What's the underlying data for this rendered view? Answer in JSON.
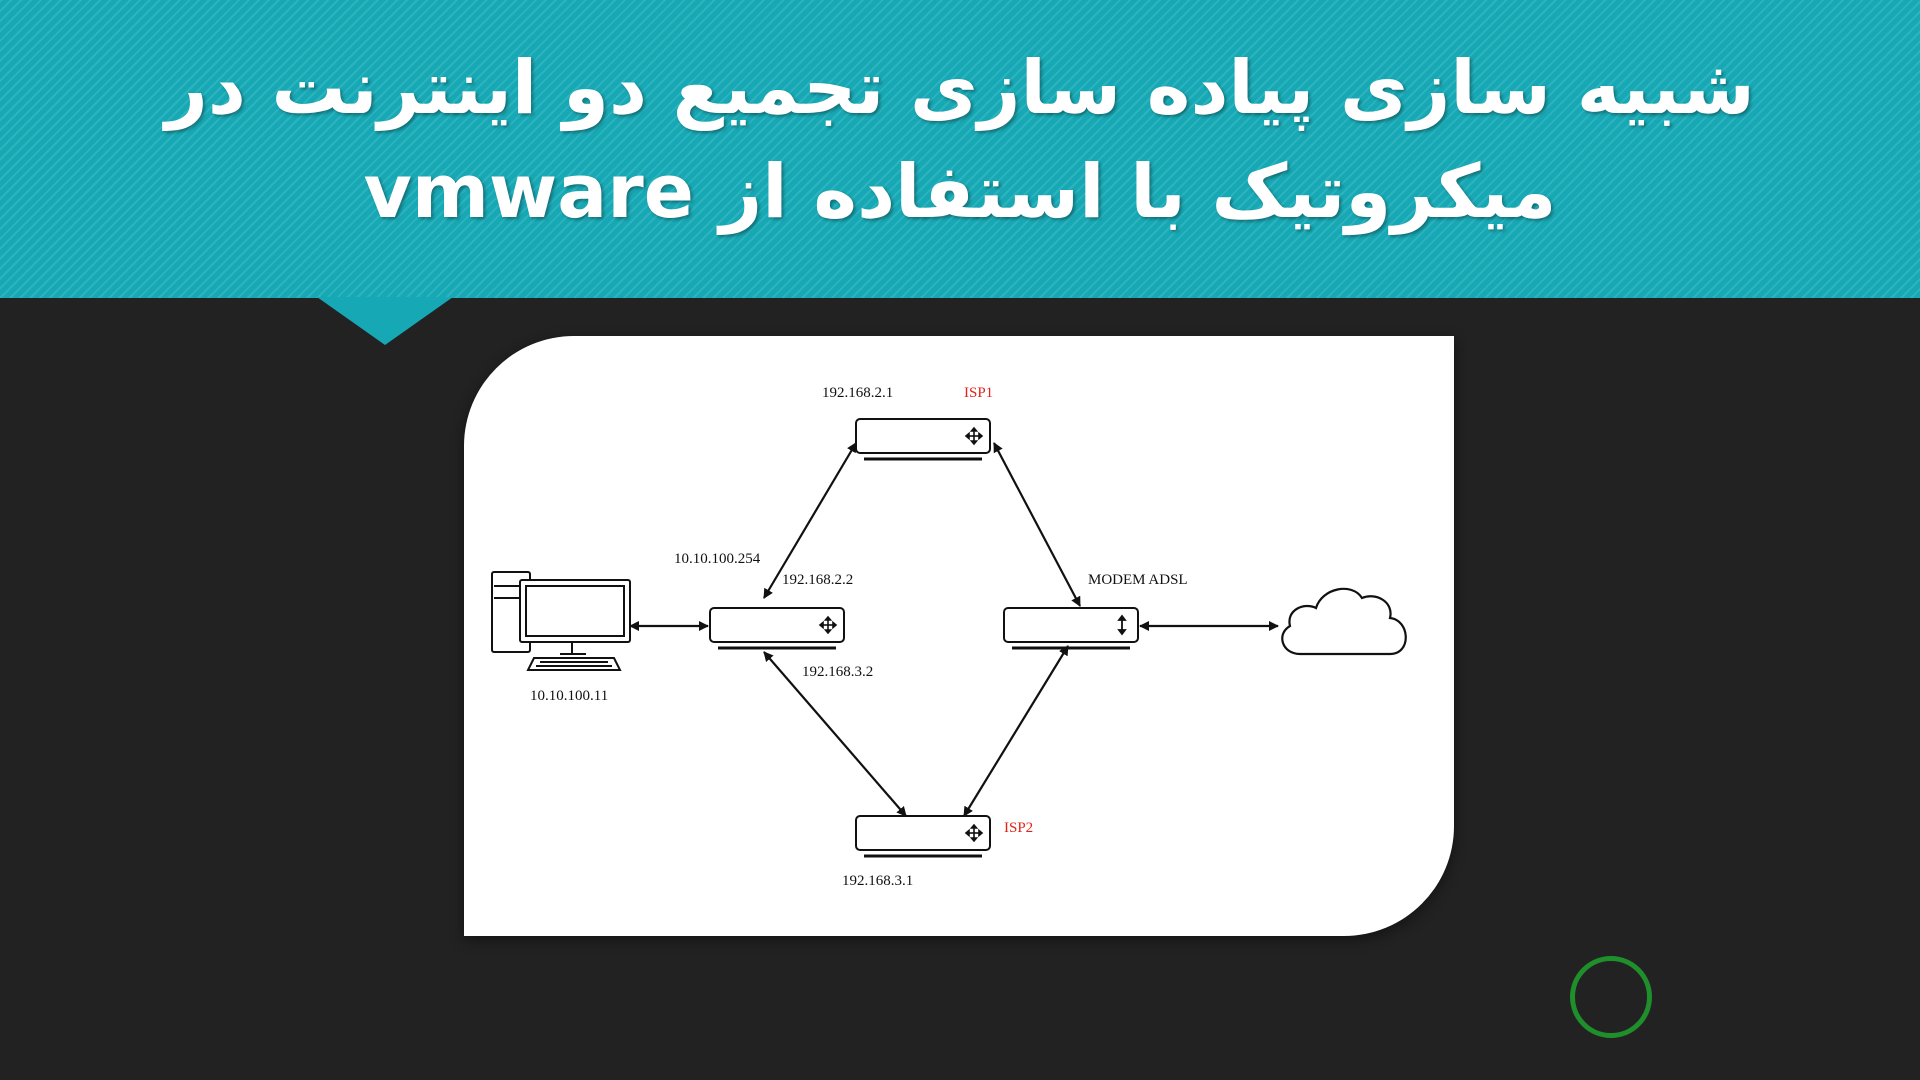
{
  "slide": {
    "title": "شبیه سازی پیاده سازی تجمیع دو اینترنت در میکروتیک با استفاده از vmware"
  },
  "theme": {
    "banner_color": "#16a9b5",
    "background_color": "#222222",
    "label_red": "#e0241a",
    "cursor_ring_color": "#1e8f2a"
  },
  "diagram": {
    "nodes": [
      {
        "id": "pc",
        "kind": "computer",
        "icon": "desktop-computer-icon"
      },
      {
        "id": "mikrotik",
        "kind": "router",
        "icon": "router-icon"
      },
      {
        "id": "isp1",
        "kind": "router",
        "icon": "router-icon"
      },
      {
        "id": "isp2",
        "kind": "router",
        "icon": "router-icon"
      },
      {
        "id": "modem",
        "kind": "modem",
        "icon": "modem-icon"
      },
      {
        "id": "internet",
        "kind": "cloud",
        "icon": "cloud-icon"
      }
    ],
    "edges": [
      {
        "from": "pc",
        "to": "mikrotik",
        "direction": "both"
      },
      {
        "from": "mikrotik",
        "to": "isp1",
        "direction": "both"
      },
      {
        "from": "mikrotik",
        "to": "isp2",
        "direction": "both"
      },
      {
        "from": "isp1",
        "to": "modem",
        "direction": "both"
      },
      {
        "from": "isp2",
        "to": "modem",
        "direction": "both"
      },
      {
        "from": "modem",
        "to": "internet",
        "direction": "both"
      }
    ],
    "labels": {
      "isp1_ip": "192.168.2.1",
      "isp1_name": "ISP1",
      "mikrotik_lan_ip": "10.10.100.254",
      "mikrotik_isp1_ip": "192.168.2.2",
      "mikrotik_isp2_ip": "192.168.3.2",
      "modem_name": "MODEM ADSL",
      "pc_ip": "10.10.100.11",
      "isp2_name": "ISP2",
      "isp2_ip": "192.168.3.1"
    }
  }
}
